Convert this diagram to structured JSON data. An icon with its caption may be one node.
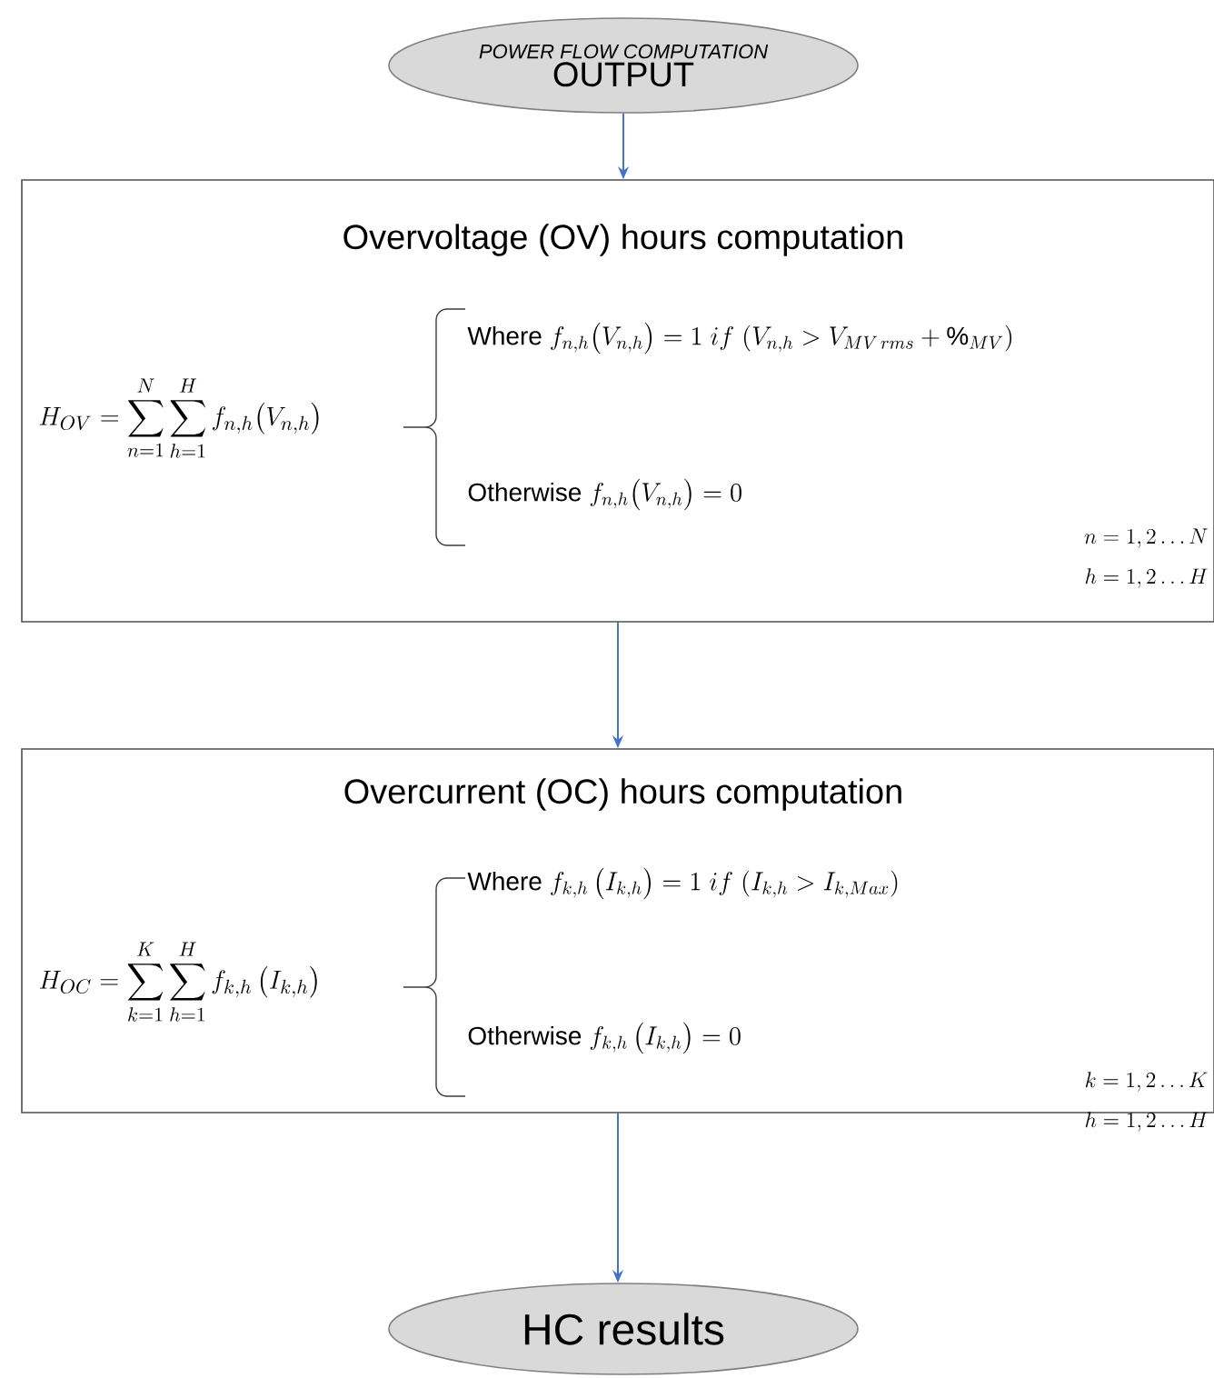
{
  "diagram": {
    "nodes": [
      {
        "text": [
          "POWER FLOW COMPUTATION",
          "OUTPUT"
        ]
      },
      {
        "text": [
          "Overvoltage (OV) hours computation",
          "H_{OV} = \\sum_{n=1}^{N}\\sum_{h=1}^{H} f_{n,h}\\bigl(V_{n,h}\\bigr)",
          "\\text{Where } f_{n,h}\\bigl(V_{n,h}\\bigr) = 1 \\; if \\; (V_{n,h} > V_{MV\\,rms} + \\%_{MV})",
          "\\text{Otherwise } f_{n,h}\\bigl(V_{n,h}\\bigr) = 0",
          "n = 1,2 \\ldots N",
          "h = 1,2 \\ldots H"
        ]
      },
      {
        "text": [
          "Overcurrent (OC) hours computation",
          "H_{OC} = \\sum_{k=1}^{K}\\sum_{h=1}^{H} f_{k,h}\\,\\bigl(I_{k,h}\\bigr)",
          "\\text{Where } f_{k,h}\\,\\bigl(I_{k,h}\\bigr) = 1 \\; if \\; (I_{k,h} > I_{k,Max})",
          "\\text{Otherwise } f_{k,h}\\,\\bigl(I_{k,h}\\bigr) = 0",
          "k = 1,2 \\ldots K",
          "h = 1,2 \\ldots H"
        ]
      },
      {
        "text": [
          "HC results"
        ]
      }
    ],
    "edges": [
      {
        "from": 0,
        "to": 1,
        "arrow": "to"
      },
      {
        "from": 1,
        "to": 2,
        "arrow": "to"
      },
      {
        "from": 2,
        "to": 3,
        "arrow": "to"
      }
    ]
  }
}
